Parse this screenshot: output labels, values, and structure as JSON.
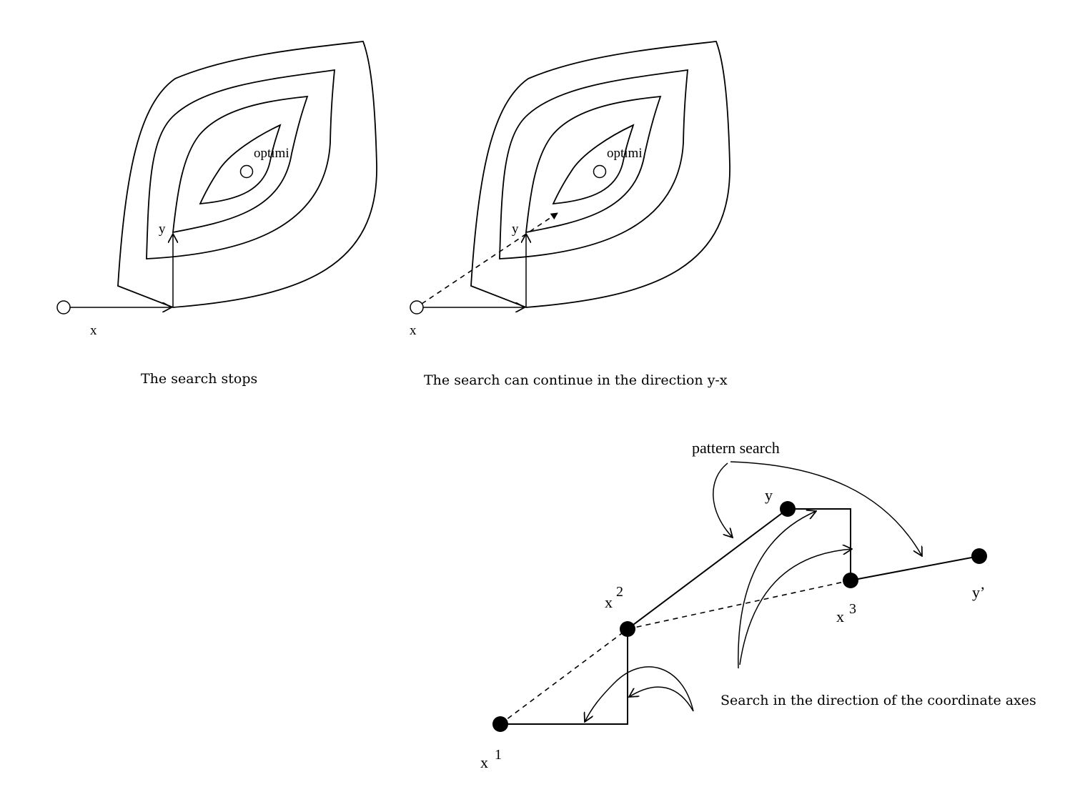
{
  "left_panel": {
    "optimum_label": "optimi",
    "y_label": "y",
    "x_label": "x",
    "caption": "The search stops"
  },
  "right_panel": {
    "optimum_label": "optimi",
    "y_label": "y",
    "x_label": "x",
    "caption": "The search can continue in the direction y-x"
  },
  "pattern_diagram": {
    "pattern_search_label": "pattern search",
    "coordinate_axes_label": "Search in the direction of the coordinate axes",
    "points": {
      "x1_base": "x",
      "x1_sup": "1",
      "x2_base": "x",
      "x2_sup": "2",
      "x3_base": "x",
      "x3_sup": "3",
      "y": "y",
      "y_prime": "y’"
    }
  }
}
